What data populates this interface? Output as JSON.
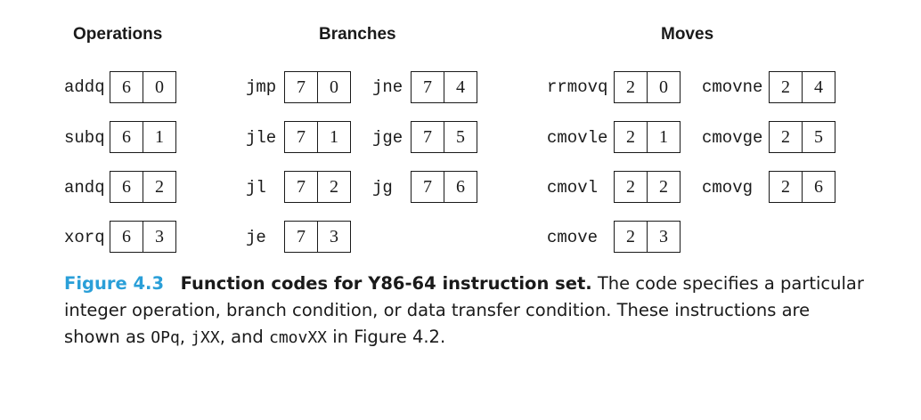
{
  "headers": {
    "operations": "Operations",
    "branches": "Branches",
    "moves": "Moves"
  },
  "operations": [
    {
      "name": "addq",
      "hi": "6",
      "lo": "0"
    },
    {
      "name": "subq",
      "hi": "6",
      "lo": "1"
    },
    {
      "name": "andq",
      "hi": "6",
      "lo": "2"
    },
    {
      "name": "xorq",
      "hi": "6",
      "lo": "3"
    }
  ],
  "branches_left": [
    {
      "name": "jmp",
      "hi": "7",
      "lo": "0"
    },
    {
      "name": "jle",
      "hi": "7",
      "lo": "1"
    },
    {
      "name": "jl",
      "hi": "7",
      "lo": "2"
    },
    {
      "name": "je",
      "hi": "7",
      "lo": "3"
    }
  ],
  "branches_right": [
    {
      "name": "jne",
      "hi": "7",
      "lo": "4"
    },
    {
      "name": "jge",
      "hi": "7",
      "lo": "5"
    },
    {
      "name": "jg",
      "hi": "7",
      "lo": "6"
    }
  ],
  "moves_left": [
    {
      "name": "rrmovq",
      "hi": "2",
      "lo": "0"
    },
    {
      "name": "cmovle",
      "hi": "2",
      "lo": "1"
    },
    {
      "name": "cmovl",
      "hi": "2",
      "lo": "2"
    },
    {
      "name": "cmove",
      "hi": "2",
      "lo": "3"
    }
  ],
  "moves_right": [
    {
      "name": "cmovne",
      "hi": "2",
      "lo": "4"
    },
    {
      "name": "cmovge",
      "hi": "2",
      "lo": "5"
    },
    {
      "name": "cmovg",
      "hi": "2",
      "lo": "6"
    }
  ],
  "caption": {
    "figure_number": "Figure 4.3",
    "title": "Function codes for Y86-64 instruction set.",
    "text_1": " The code specifies a particular integer operation, branch condition, or data transfer condition. These instructions are shown as ",
    "code_1": "OPq",
    "sep_1": ", ",
    "code_2": "jXX",
    "sep_2": ", and ",
    "code_3": "cmovXX",
    "text_2": " in Figure 4.2."
  },
  "colors": {
    "figure_number": "#2a9fd8",
    "text": "#1a1a1a"
  }
}
